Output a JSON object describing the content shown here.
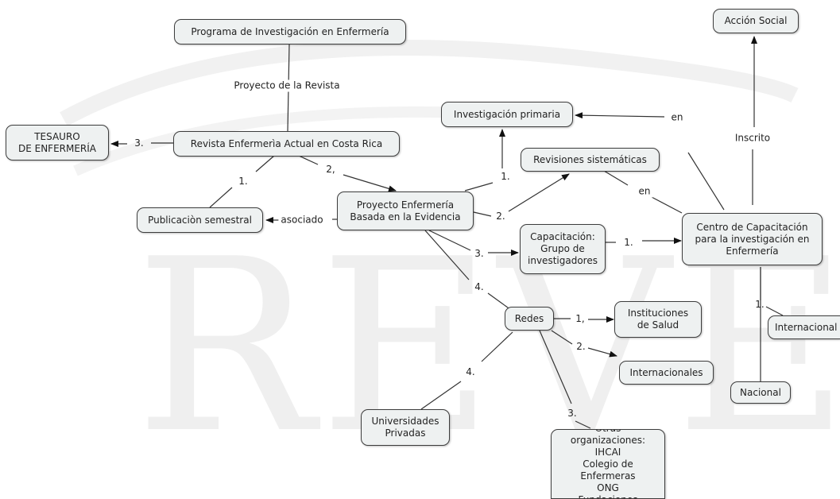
{
  "nodes": {
    "programa": "Programa de Investigación en Enfermería",
    "tesauro": "TESAURO\nDE ENFERMERÍA",
    "revista": "Revista Enfermerìa Actual en Costa Rica",
    "publicacion": "Publicaciòn semestral",
    "proyecto": "Proyecto Enfermería\nBasada en la Evidencia",
    "investigacion_primaria": "Investigación primaria",
    "revisiones": "Revisiones sistemáticas",
    "capacitacion": "Capacitación:\nGrupo de\ninvestigadores",
    "centro": "Centro de Capacitación\npara la investigación en\nEnfermería",
    "accion_social": "Acción Social",
    "redes": "Redes",
    "instituciones": "Instituciones\nde Salud",
    "internacionales": "Internacionales",
    "universidades": "Universidades\nPrivadas",
    "otras": "Otras organizaciones:\nIHCAI\nColegio de Enfermeras\nONG\nFundaciones",
    "internacional": "Internacional",
    "nacional": "Nacional"
  },
  "plain_labels": {
    "proyecto_revista": "Proyecto de la Revista",
    "inscrito": "Inscrito",
    "asociado": "asociado",
    "en_1": "en",
    "en_2": "en"
  },
  "link_labels": {
    "rev_tesauro": "3.",
    "rev_publicacion": "1.",
    "rev_proyecto": "2,",
    "proy_primaria": "1.",
    "proy_revisiones": "2.",
    "proy_capacitacion": "3.",
    "proy_redes": "4.",
    "cap_centro": "1.",
    "redes_instituciones": "1,",
    "redes_internacionales": "2.",
    "redes_otras": "3.",
    "redes_universidades": "4.",
    "centro_internacional": "1."
  },
  "watermark": "REVENF"
}
